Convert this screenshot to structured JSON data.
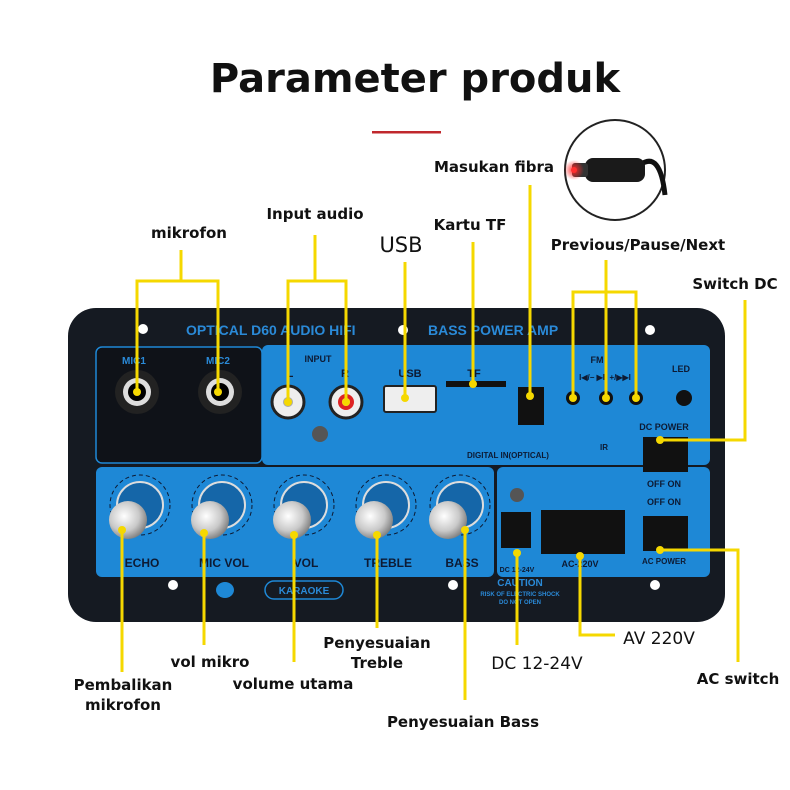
{
  "title": "Parameter produk",
  "accent_color": "#c0282d",
  "line_color": "#f5d800",
  "panel_color": "#1e88d6",
  "labels": {
    "mikrofon": "mikrofon",
    "input_audio": "Input audio",
    "usb": "USB",
    "kartu_tf": "Kartu TF",
    "masukan_fibra": "Masukan fibra",
    "prev_pause_next": "Previous/Pause/Next",
    "switch_dc": "Switch DC",
    "ac_switch": "AC switch",
    "pembalikan_1": "Pembalikan",
    "pembalikan_2": "mikrofon",
    "vol_mikro": "vol mikro",
    "volume_utama": "volume utama",
    "treble_1": "Penyesuaian",
    "treble_2": "Treble",
    "bass": "Penyesuaian Bass",
    "dc": "DC 12-24V",
    "av": "AV 220V"
  },
  "panel": {
    "header_left": "OPTICAL D60 AUDIO HIFI",
    "header_right": "BASS POWER AMP",
    "mic1": "MIC1",
    "mic2": "MIC2",
    "input": "INPUT",
    "l": "L",
    "r": "R",
    "usb": "USB",
    "tf": "TF",
    "digital_in": "DIGITAL IN(OPTICAL)",
    "fm": "FM",
    "btn_prev": "I◀/−",
    "btn_play": "▶II",
    "btn_next": "+/▶▶I",
    "ir": "IR",
    "led": "LED",
    "dc_power": "DC POWER",
    "off": "OFF",
    "on": "ON",
    "ac_power": "AC POWER",
    "knobs": [
      "ECHO",
      "MIC VOL",
      "VOL",
      "TREBLE",
      "BASS"
    ],
    "dc_in": "DC 12-24V",
    "ac_in": "AC-220V",
    "karaoke": "KARAOKE",
    "caution": "CAUTION",
    "caution_2": "RISK OF ELECTRIC SHOCK",
    "caution_3": "DO NOT OPEN"
  }
}
